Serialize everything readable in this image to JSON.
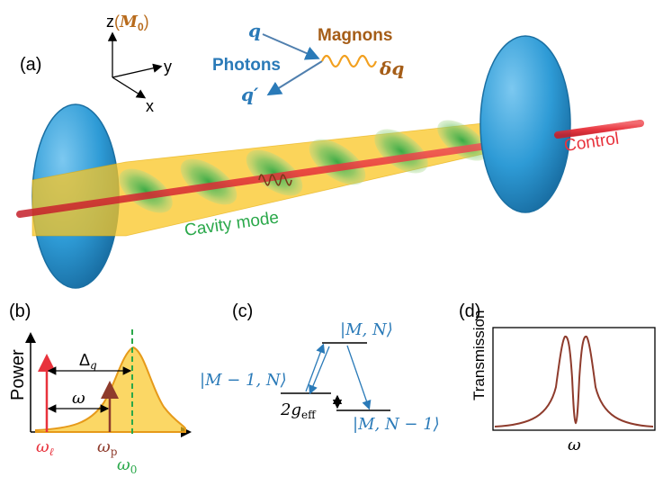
{
  "panel_a": {
    "label": "(a)",
    "axes": {
      "z": "z",
      "z_moment": "M",
      "z_moment_sub": "0",
      "y": "y",
      "x": "x"
    },
    "photons_label": "Photons",
    "q_in": "q",
    "q_out": "q′",
    "magnons_label": "Magnons",
    "delta_q": "δq",
    "control_label": "Control",
    "cavity_mode_label": "Cavity mode",
    "colors": {
      "mirror": "#2e9bd6",
      "beam": "#e8323c",
      "strip": "#f9c623",
      "mode": "#36b04a",
      "magnon": "#b86b1c",
      "photon": "#2a7ab8"
    }
  },
  "panel_b": {
    "label": "(b)",
    "ylabel": "Power",
    "delta_q": "Δ",
    "delta_q_sub": "q",
    "omega": "ω",
    "omega_l": "ω",
    "omega_l_sub": "ℓ",
    "omega_p": "ω",
    "omega_p_sub": "p",
    "omega_0": "ω",
    "omega_0_sub": "0"
  },
  "panel_c": {
    "label": "(c)",
    "level_top": "|M, N⟩",
    "level_left": "|M − 1, N⟩",
    "level_right": "|M, N − 1⟩",
    "coupling": "2g",
    "coupling_sub": "eff"
  },
  "panel_d": {
    "label": "(d)",
    "ylabel": "Transmission",
    "xlabel": "ω"
  }
}
